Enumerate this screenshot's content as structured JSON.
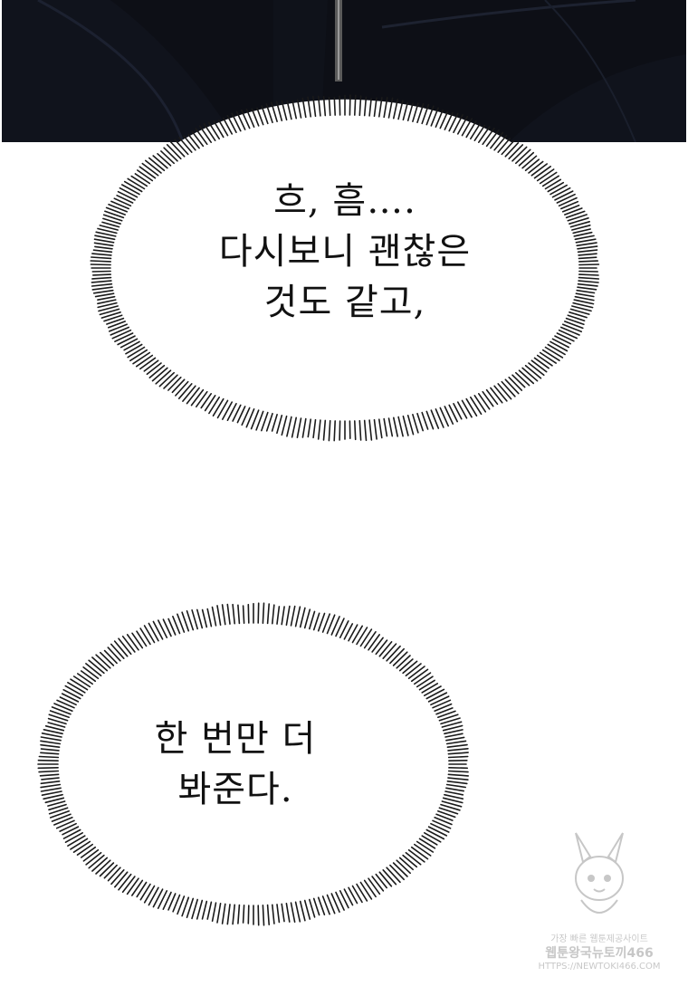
{
  "panels": {
    "top": {
      "background": "#0d0f16"
    }
  },
  "bubbles": [
    {
      "lines": [
        "흐, 흠….",
        "다시보니 괜찮은",
        "것도 같고,"
      ]
    },
    {
      "lines": [
        "한 번만 더",
        "봐준다."
      ]
    }
  ],
  "watermark": {
    "line1": "가장 빠른 웹툰제공사이트",
    "line2": "웹툰왕국뉴토끼466",
    "line3": "HTTPS://NEWTOKI466.COM"
  },
  "colors": {
    "text": "#111111",
    "burst": "#1a1a1a",
    "bubble_fill": "#ffffff"
  }
}
